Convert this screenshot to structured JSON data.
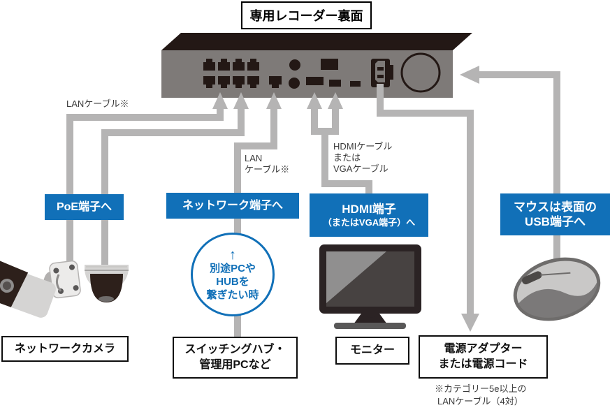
{
  "title": "専用レコーダー裏面",
  "colors": {
    "accent_blue": "#1170b8",
    "cable_gray": "#b5b4b4",
    "device_dark": "#231815",
    "device_face": "#7e7a78"
  },
  "cable_labels": {
    "lan_left": "LANケーブル※",
    "lan_mid_line1": "LAN",
    "lan_mid_line2": "ケーブル※",
    "hdmi_line1": "HDMIケーブル",
    "hdmi_line2": "または",
    "hdmi_line3": "VGAケーブル"
  },
  "port_boxes": {
    "poe": "PoE端子へ",
    "network": "ネットワーク端子へ",
    "hdmi_line1": "HDMI端子",
    "hdmi_line2": "（またはVGA端子）へ",
    "mouse_line1": "マウスは表面の",
    "mouse_line2": "USB端子へ"
  },
  "hub_note": {
    "arrow": "↑",
    "line1": "別途PCや",
    "line2": "HUBを",
    "line3": "繋ぎたい時"
  },
  "device_boxes": {
    "camera": "ネットワークカメラ",
    "hub_line1": "スイッチングハブ・",
    "hub_line2": "管理用PCなど",
    "monitor": "モニター",
    "power_line1": "電源アダプター",
    "power_line2": "または電源コード"
  },
  "footnote": {
    "line1": "※カテゴリー5e以上の",
    "line2": "LANケーブル（4対）"
  }
}
